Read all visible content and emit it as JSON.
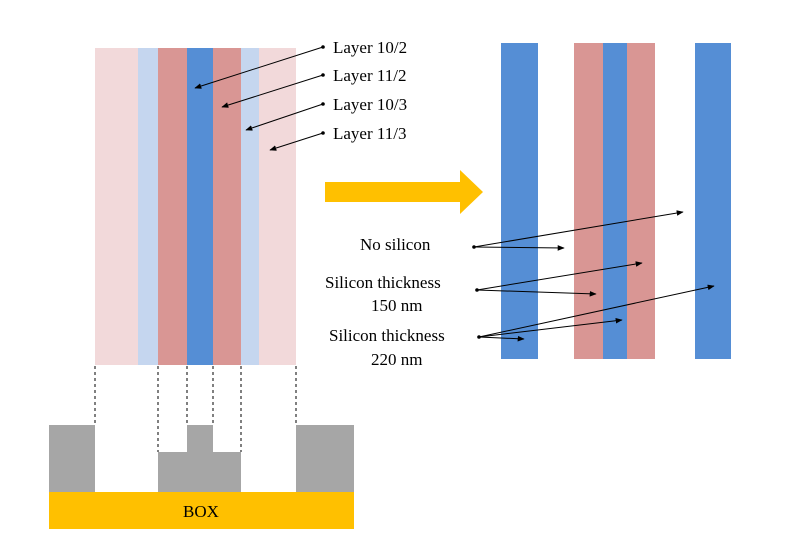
{
  "colors": {
    "light_pink": "#f2d9da",
    "light_blue": "#c5d6ef",
    "pink": "#d99694",
    "blue": "#558ed5",
    "gray": "#a6a6a6",
    "orange": "#ffc000",
    "ink": "#000000"
  },
  "layer_labels": {
    "l10_2": "Layer 10/2",
    "l11_2": "Layer 11/2",
    "l10_3": "Layer 10/3",
    "l11_3": "Layer 11/3"
  },
  "legend": {
    "no_silicon": "No silicon",
    "thick150_line1": "Silicon thickness",
    "thick150_line2": "150 nm",
    "thick220_line1": "Silicon thickness",
    "thick220_line2": "220 nm"
  },
  "box_label": "BOX"
}
